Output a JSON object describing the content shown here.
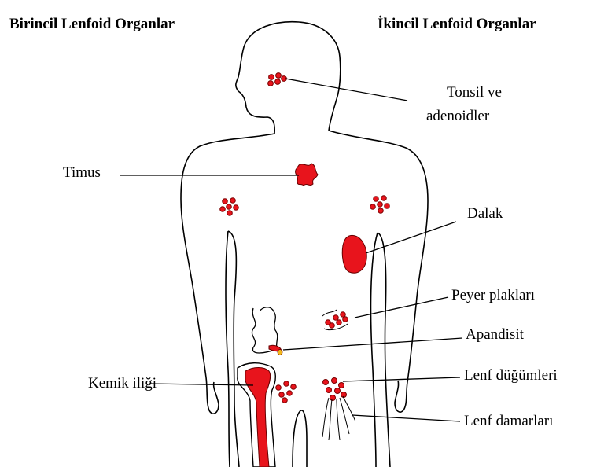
{
  "headings": {
    "primary": "Birincil Lenfoid Organlar",
    "secondary": "İkincil Lenfoid Organlar"
  },
  "labels": {
    "tonsil_line1": "Tonsil ve",
    "tonsil_line2": "adenoidler",
    "timus": "Timus",
    "dalak": "Dalak",
    "peyer": "Peyer plakları",
    "apandisit": "Apandisit",
    "kemik_iligi": "Kemik iliği",
    "lenf_dugumleri": "Lenf düğümleri",
    "lenf_damarlari": "Lenf damarları"
  },
  "colors": {
    "organ": "#e8141c",
    "outline": "#000000",
    "appendix_tip": "#f2b61b"
  }
}
